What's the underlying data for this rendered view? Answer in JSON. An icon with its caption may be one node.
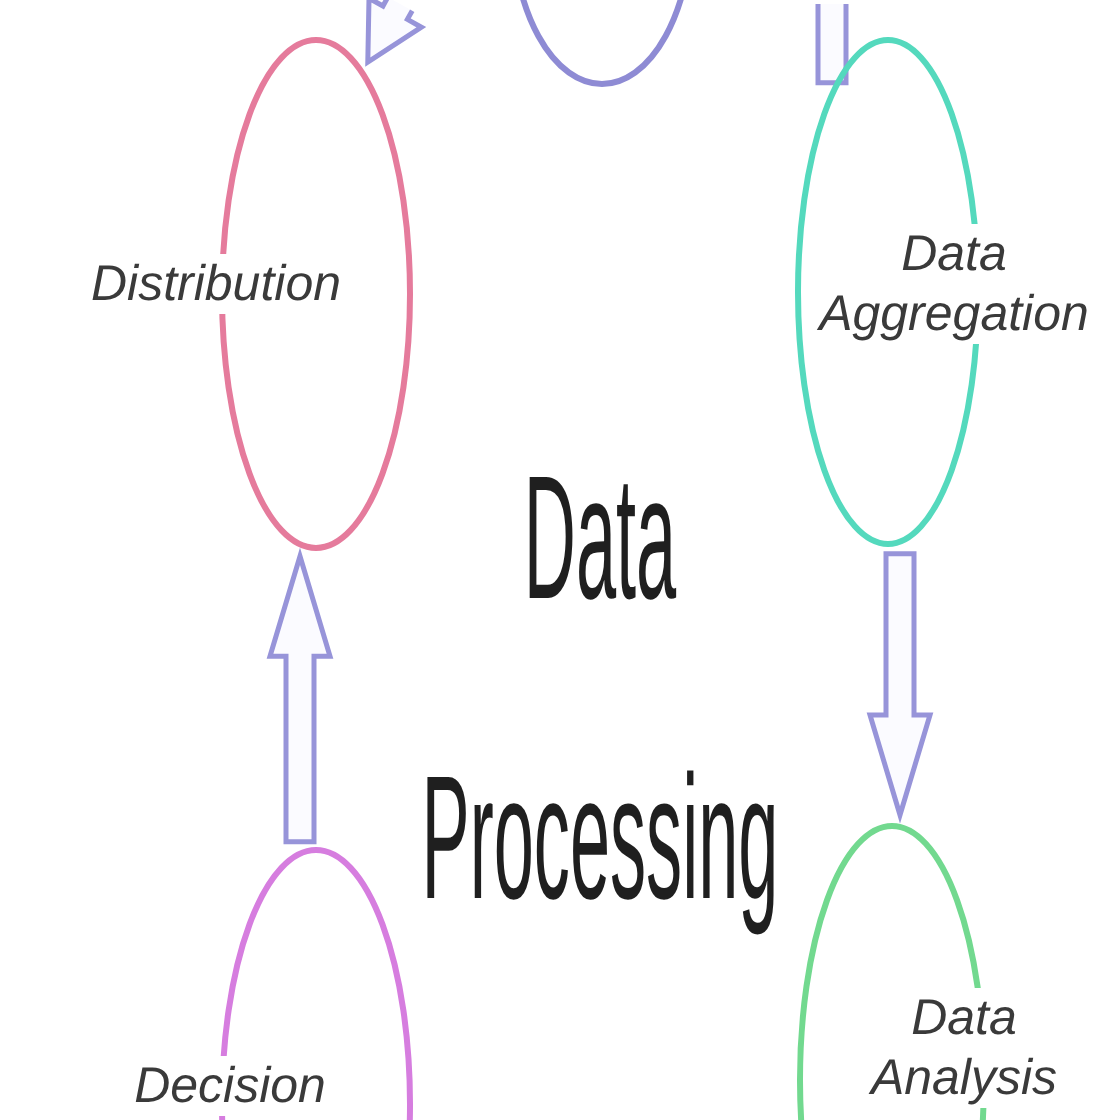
{
  "diagram": {
    "title": "Data Processing",
    "nodes": [
      {
        "text": [],
        "shape": "circle"
      },
      {
        "text": [
          "Distribution"
        ]
      },
      {
        "text": [
          "Data Aggregation"
        ]
      },
      {
        "text": [
          "Decision"
        ]
      },
      {
        "text": [
          "Data Analysis"
        ]
      }
    ],
    "edges": [
      {
        "from": null,
        "to": 1,
        "arrow": "to"
      },
      {
        "from": 2,
        "to": null,
        "arrow": "none"
      },
      {
        "from": 3,
        "to": 1,
        "arrow": "to"
      },
      {
        "from": 2,
        "to": 4,
        "arrow": "to"
      }
    ]
  }
}
